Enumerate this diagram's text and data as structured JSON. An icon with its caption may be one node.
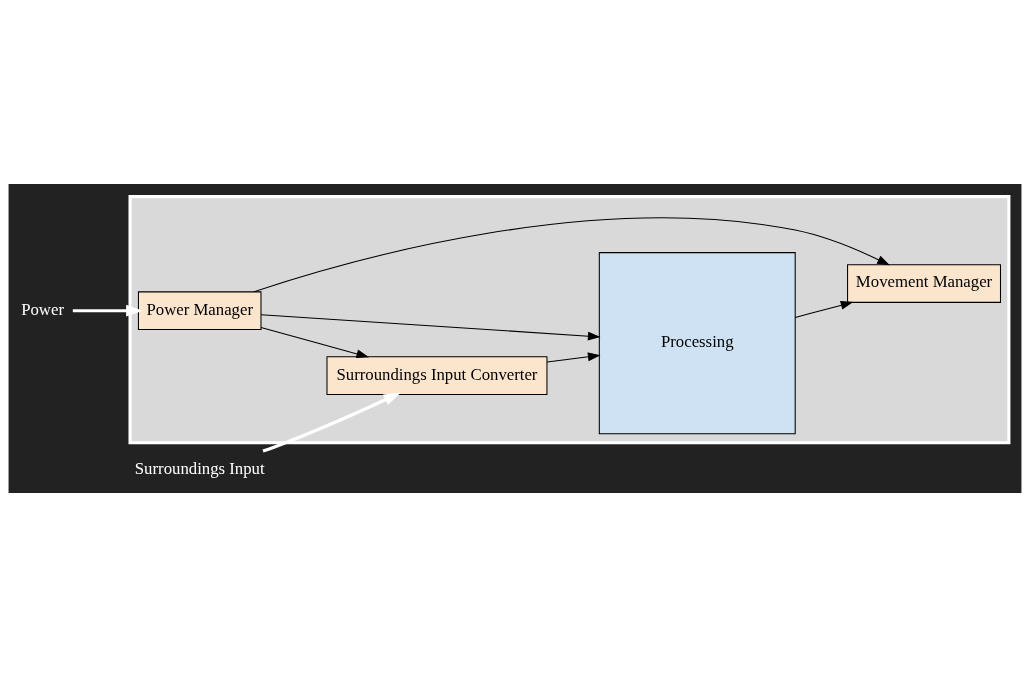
{
  "diagram": {
    "nodes": [
      {
        "text": [
          "Power"
        ]
      },
      {
        "text": [
          "Surroundings Input"
        ]
      },
      {
        "text": [],
        "shape": "box"
      },
      {
        "text": [
          "Power Manager"
        ],
        "in": 2
      },
      {
        "text": [
          "Movement Manager"
        ],
        "in": 2
      },
      {
        "text": [
          "Processing"
        ],
        "in": 2
      },
      {
        "text": [
          "Surroundings Input Converter"
        ],
        "in": 2
      }
    ],
    "edges": [
      {
        "from": 0,
        "to": 3,
        "arrow": "to",
        "color": "#ffffff",
        "style": "thick"
      },
      {
        "from": 1,
        "to": 6,
        "arrow": "to",
        "color": "#ffffff",
        "style": "thick"
      },
      {
        "from": 3,
        "to": 4,
        "arrow": "to"
      },
      {
        "from": 3,
        "to": 5,
        "arrow": "to"
      },
      {
        "from": 3,
        "to": 6,
        "arrow": "to"
      },
      {
        "from": 6,
        "to": 5,
        "arrow": "to"
      },
      {
        "from": 5,
        "to": 4,
        "arrow": "to"
      }
    ]
  }
}
